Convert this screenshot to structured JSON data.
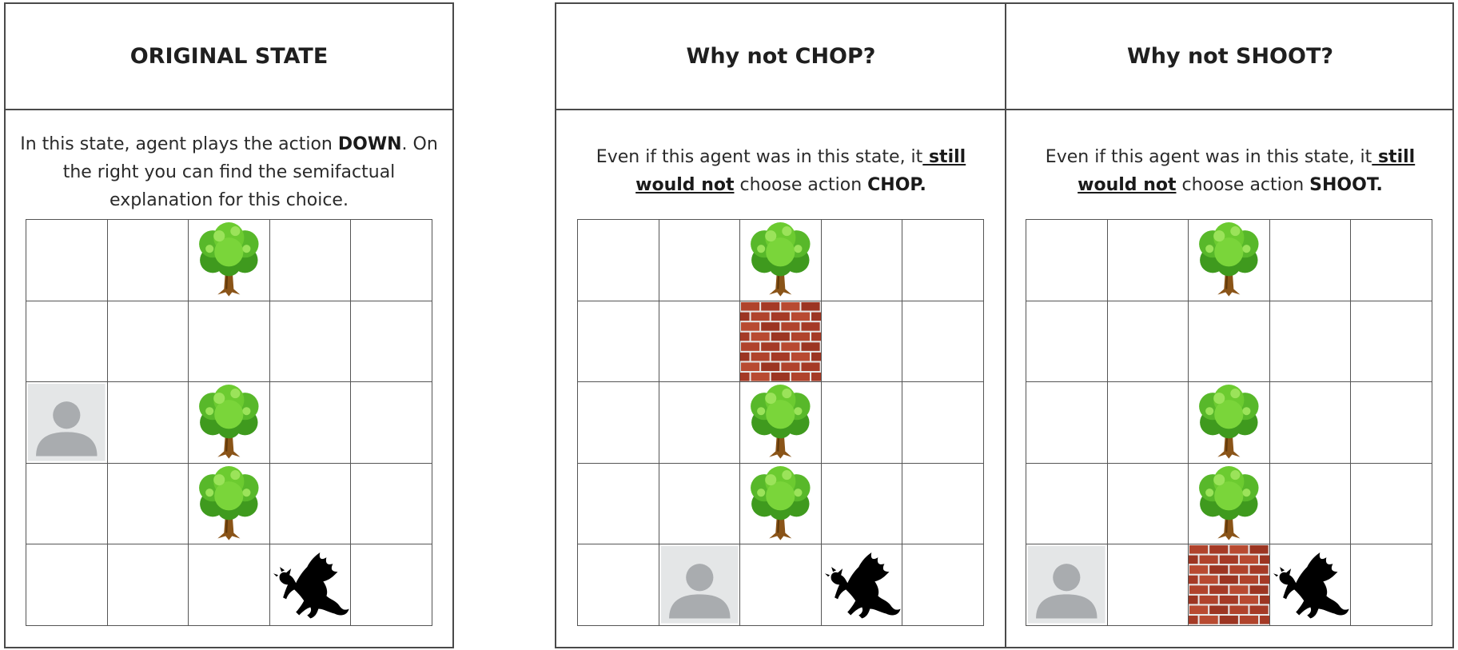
{
  "original": {
    "title": "ORIGINAL STATE",
    "desc_a": "In this state, agent plays the action ",
    "desc_action": "DOWN",
    "desc_b": ". On the right you can find the semifactual explanation for this choice.",
    "grid": [
      [
        "empty",
        "empty",
        "tree",
        "empty",
        "empty"
      ],
      [
        "empty",
        "empty",
        "empty",
        "empty",
        "empty"
      ],
      [
        "agent",
        "empty",
        "tree",
        "empty",
        "empty"
      ],
      [
        "empty",
        "empty",
        "tree",
        "empty",
        "empty"
      ],
      [
        "empty",
        "empty",
        "empty",
        "dragon",
        "empty"
      ]
    ]
  },
  "explanations": [
    {
      "title": "Why not CHOP?",
      "desc_a": "Even if this agent was in this state, it",
      "desc_emph": " still would not",
      "desc_b": " choose action ",
      "desc_action": "CHOP.",
      "grid": [
        [
          "empty",
          "empty",
          "tree",
          "empty",
          "empty"
        ],
        [
          "empty",
          "empty",
          "wall",
          "empty",
          "empty"
        ],
        [
          "empty",
          "empty",
          "tree",
          "empty",
          "empty"
        ],
        [
          "empty",
          "empty",
          "tree",
          "empty",
          "empty"
        ],
        [
          "empty",
          "agent",
          "empty",
          "dragon",
          "empty"
        ]
      ]
    },
    {
      "title": "Why not SHOOT?",
      "desc_a": "Even if this agent was in this state, it",
      "desc_emph": " still would not",
      "desc_b": " choose action ",
      "desc_action": "SHOOT.",
      "grid": [
        [
          "empty",
          "empty",
          "tree",
          "empty",
          "empty"
        ],
        [
          "empty",
          "empty",
          "empty",
          "empty",
          "empty"
        ],
        [
          "empty",
          "empty",
          "tree",
          "empty",
          "empty"
        ],
        [
          "empty",
          "empty",
          "tree",
          "empty",
          "empty"
        ],
        [
          "agent",
          "empty",
          "wall",
          "dragon",
          "empty"
        ]
      ]
    }
  ]
}
